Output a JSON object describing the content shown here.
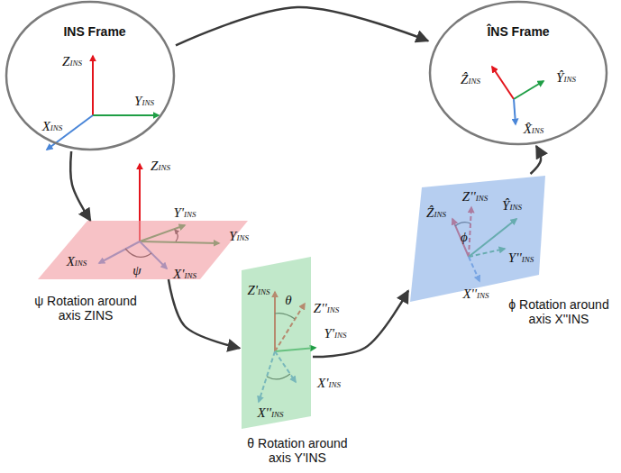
{
  "diagram": {
    "nodes": [
      {
        "text": [
          "INS Frame",
          "ZINS",
          "YINS",
          "XINS"
        ]
      },
      {
        "text": [
          "ÎNS Frame",
          "ẐINS",
          "ŶINS",
          "X̂INS"
        ]
      },
      {
        "text": [
          "ZINS",
          "Y'INS",
          "YINS",
          "XINS",
          "ψ",
          "X'INS",
          "ψ Rotation around axis ZINS"
        ]
      },
      {
        "text": [
          "Z'INS",
          "θ",
          "Z''INS",
          "Y'INS",
          "X'INS",
          "X''INS",
          "θ Rotation around axis Y'INS"
        ]
      },
      {
        "text": [
          "Z''INS",
          "ẐINS",
          "ϕ",
          "ŶINS",
          "Y''INS",
          "X''INS",
          "ϕ Rotation around axis X''INS"
        ]
      }
    ],
    "edges": [
      {
        "from": 0,
        "to": 1,
        "arrow": "to"
      },
      {
        "from": 0,
        "to": 2,
        "arrow": "to"
      },
      {
        "from": 2,
        "to": 3,
        "arrow": "to"
      },
      {
        "from": 3,
        "to": 4,
        "arrow": "to"
      },
      {
        "from": 4,
        "to": 1,
        "arrow": "to"
      }
    ]
  }
}
